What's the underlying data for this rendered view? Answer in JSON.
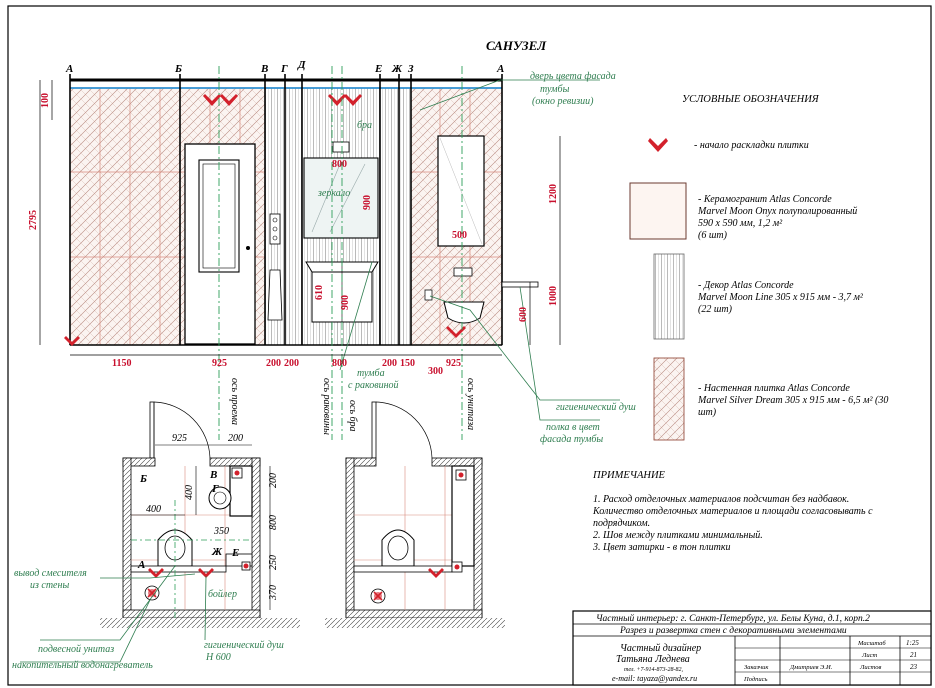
{
  "title": "САНУЗЕЛ",
  "axis_marks_top": [
    "А",
    "Б",
    "В",
    "Г",
    "Д",
    "Е",
    "Ж",
    "З",
    "А"
  ],
  "dims_red": {
    "h_100": "100",
    "h_2795": "2795",
    "h_1200": "1200",
    "h_1000": "1000",
    "h_600": "600",
    "w_1150": "1150",
    "w_925": "925",
    "w_200a": "200",
    "w_200b": "200",
    "w_800": "800",
    "w_200c": "200",
    "w_150": "150",
    "w_925b": "925",
    "w_800top": "800",
    "w_500": "500",
    "w_300": "300",
    "h_900": "900",
    "h_900b": "900",
    "h_610": "610"
  },
  "elev_labels": {
    "door_facade": "дверь цвета фасада тумбы (окно ревизии)",
    "bra": "бра",
    "mirror": "зеркало",
    "tumba": "тумба с раковиной",
    "axis_door": "ось проема",
    "axis_sink": "ось раковины",
    "axis_bra": "ось бра",
    "axis_toilet": "ось унитаза",
    "hyg_shower": "гигиенический душ",
    "shelf": "полка в цвет фасада тумбы"
  },
  "legend": {
    "heading": "УСЛОВНЫЕ ОБОЗНАЧЕНИЯ",
    "start": "- начало раскладки плитки",
    "item1": [
      "- Керамогранит Atlas Concorde",
      "Marvel Moon Onyx полуполированный",
      "590 х 590 мм, 1,2 м²",
      "(6 шт)"
    ],
    "item2": [
      "- Декор Atlas Concorde",
      "Marvel Moon Line 305 х 915 мм - 3,7 м²",
      "(22 шт)"
    ],
    "item3": [
      "- Настенная плитка Atlas Concorde",
      "Marvel Silver Dream 305 х 915 мм - 6,5 м² (30",
      "шт)"
    ]
  },
  "notes": {
    "heading": "ПРИМЕЧАНИЕ",
    "lines": [
      "1. Расход отделочных материалов подсчитан без надбавок.",
      "Количество отделочных материалов и площади согласовывать с",
      "подрядчиком.",
      "2. Шов между плитками минимальный.",
      "3. Цвет затирки - в тон плитки"
    ]
  },
  "plan": {
    "dims": {
      "w925": "925",
      "w200": "200",
      "h400": "400",
      "w400": "400",
      "h200": "200",
      "h800": "800",
      "w350": "350",
      "h250": "250",
      "h370": "370"
    },
    "marks": [
      "Б",
      "В",
      "Г",
      "Ж",
      "Е",
      "А"
    ],
    "labels": {
      "mixer": "вывод смесителя из стены",
      "boiler": "бойлер",
      "toilet": "подвесной унитаз",
      "heater": "накопительный водонагреватель",
      "hshower": "гигиенический душ",
      "h600": "Н 600"
    }
  },
  "stamp": {
    "line1": "Частный интерьер: г. Санкт-Петербург, ул. Белы Куна, д.1, корп.2",
    "line2": "Разрез и развертка стен с декоративными элементами",
    "designer1": "Частный дизайнер",
    "designer2": "Татьяна Леднева",
    "phone": "тел. +7-914-873-28-82,",
    "email": "e-mail: tayaza@yandex.ru",
    "cells": {
      "scale_lbl": "Масштаб",
      "scale_val": "1:25",
      "sheet_lbl": "Лист",
      "sheet_val": "21",
      "sheets_lbl": "Листов",
      "sheets_val": "23",
      "customer_lbl": "Заказчик",
      "customer_val": "Дмитриев Э.И.",
      "sign_lbl": "Подпись"
    }
  }
}
